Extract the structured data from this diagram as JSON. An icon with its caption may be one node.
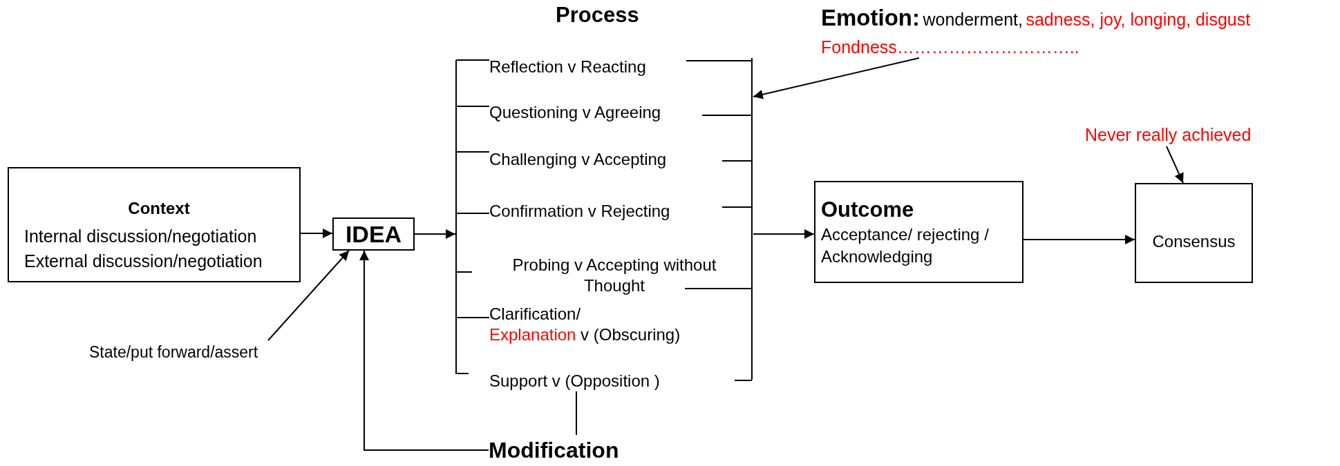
{
  "diagram": {
    "nodes": [
      {
        "text": [
          "Context",
          "Internal discussion/negotiation",
          "External discussion/negotiation"
        ]
      },
      {
        "text": [
          "IDEA"
        ]
      },
      {
        "text": [
          "Process"
        ]
      },
      {
        "text": [
          "Reflection v Reacting"
        ],
        "in": 2
      },
      {
        "text": [
          "Questioning v Agreeing"
        ],
        "in": 2
      },
      {
        "text": [
          "Challenging v Accepting"
        ],
        "in": 2
      },
      {
        "text": [
          "Confirmation v Rejecting"
        ],
        "in": 2
      },
      {
        "text": [
          "Probing v Accepting without Thought"
        ],
        "in": 2
      },
      {
        "text": [
          "Clarification/",
          "Explanation",
          "v (Obscuring)"
        ],
        "in": 2
      },
      {
        "text": [
          "Support v (Opposition )"
        ],
        "in": 2
      },
      {
        "text": [
          "Outcome",
          "Acceptance/ rejecting / Acknowledging"
        ]
      },
      {
        "text": [
          "Consensus"
        ]
      },
      {
        "text": [
          "Modification"
        ]
      },
      {
        "text": [
          "State/put forward/assert"
        ]
      },
      {
        "text": [
          "Emotion:",
          "wonderment,",
          "sadness, joy, longing, disgust Fondness………………………….."
        ]
      },
      {
        "text": [
          "Never really achieved"
        ]
      }
    ],
    "edges": [
      {
        "from": 0,
        "to": 1,
        "arrow": "to"
      },
      {
        "from": 1,
        "to": 2,
        "arrow": "to"
      },
      {
        "from": 2,
        "to": 10,
        "arrow": "to"
      },
      {
        "from": 10,
        "to": 11,
        "arrow": "to"
      },
      {
        "from": 9,
        "to": 12,
        "arrow": "none"
      },
      {
        "from": 12,
        "to": 1,
        "arrow": "to"
      },
      {
        "from": 13,
        "to": 1,
        "arrow": "to"
      },
      {
        "from": 14,
        "to": 2,
        "arrow": "to"
      },
      {
        "from": 15,
        "to": 11,
        "arrow": "to"
      }
    ]
  }
}
